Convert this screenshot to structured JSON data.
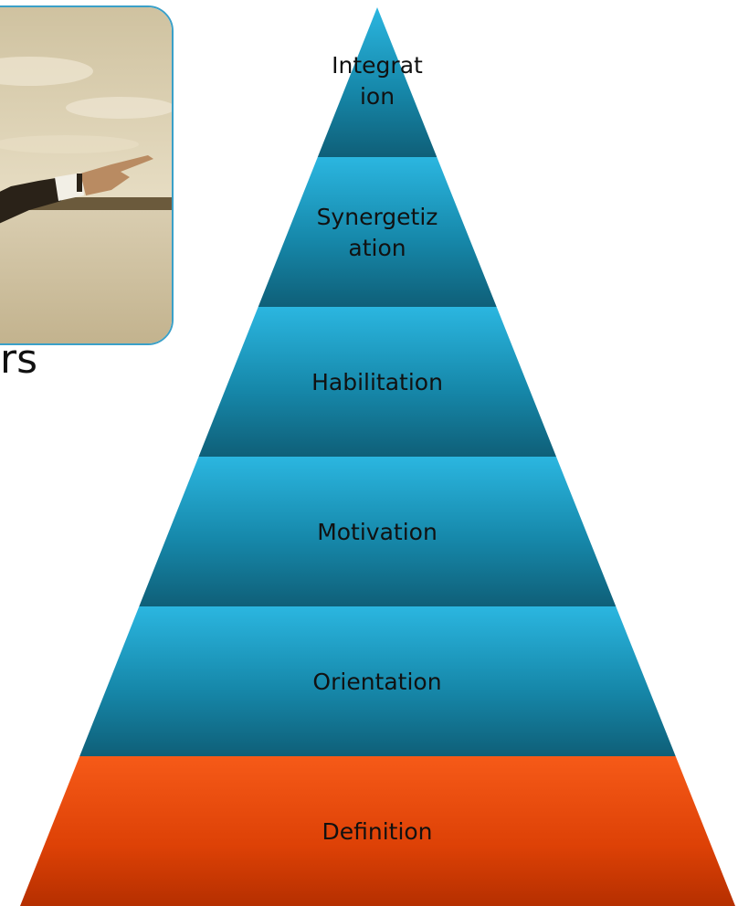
{
  "slide": {
    "partial_title_fragment": "rs"
  },
  "pyramid": {
    "levels": [
      {
        "label_lines": [
          "Integrat",
          "ion"
        ],
        "color": "teal"
      },
      {
        "label_lines": [
          "Synergetiz",
          "ation"
        ],
        "color": "teal"
      },
      {
        "label_lines": [
          "Habilitation"
        ],
        "color": "teal"
      },
      {
        "label_lines": [
          "Motivation"
        ],
        "color": "teal"
      },
      {
        "label_lines": [
          "Orientation"
        ],
        "color": "teal"
      },
      {
        "label_lines": [
          "Definition"
        ],
        "color": "orange"
      }
    ],
    "colors": {
      "teal_top": "#2bb6e0",
      "teal_bottom": "#0f5f78",
      "orange_top": "#f65a18",
      "orange_bottom": "#b52f00"
    }
  }
}
